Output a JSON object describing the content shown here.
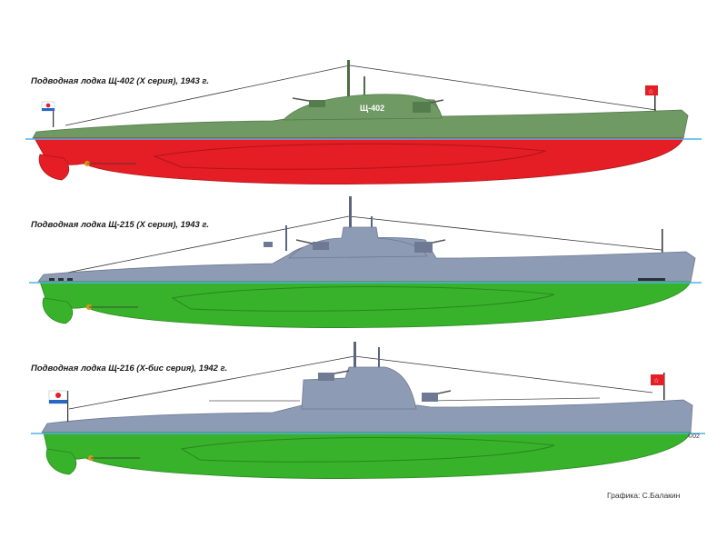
{
  "submarines": [
    {
      "caption": "Подводная лодка Щ-402 (Х серия), 1943 г.",
      "hull_number": "Щ-402",
      "hull_color": "#6f9a63",
      "hull_color_dark": "#557c4c",
      "underwater_color": "#e41e24",
      "underwater_color_dark": "#b0141b",
      "flags": [
        "naval-jack",
        "red-banner"
      ]
    },
    {
      "caption": "Подводная лодка Щ-215 (Х серия), 1943 г.",
      "hull_number": "",
      "hull_color": "#8e9bb5",
      "hull_color_dark": "#6e7a93",
      "underwater_color": "#38b22b",
      "underwater_color_dark": "#27871e",
      "flags": []
    },
    {
      "caption": "Подводная лодка Щ-216 (Х-бис серия), 1942 г.",
      "hull_number": "",
      "hull_color": "#8e9bb5",
      "hull_color_dark": "#6e7a93",
      "underwater_color": "#38b22b",
      "underwater_color_dark": "#27871e",
      "flags": [
        "naval-jack",
        "red-banner"
      ]
    }
  ],
  "waterline_color": "#4fb3e8",
  "credit": "Графика: С.Балакин",
  "artist_mark": "©02"
}
